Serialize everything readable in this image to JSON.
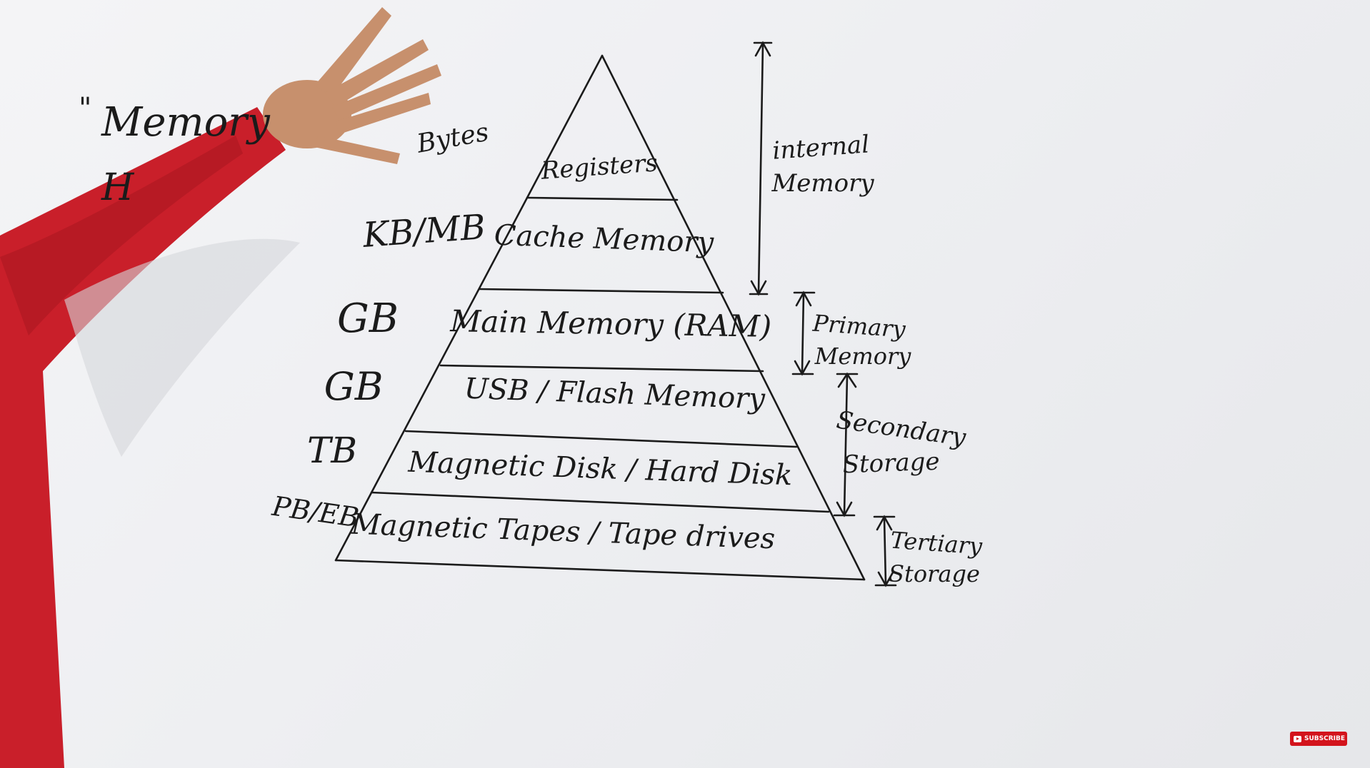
{
  "left_notes": {
    "quote_mark": "\"",
    "line1": "Memory",
    "line2": "H"
  },
  "layers": [
    {
      "label": "Registers",
      "capacity": "Bytes"
    },
    {
      "label": "Cache Memory",
      "capacity": "KB/MB"
    },
    {
      "label": "Main Memory (RAM)",
      "capacity": "GB"
    },
    {
      "label": "USB / Flash Memory",
      "capacity": "GB"
    },
    {
      "label": "Magnetic Disk / Hard Disk",
      "capacity": "TB"
    },
    {
      "label": "Magnetic Tapes / Tape drives",
      "capacity": "PB/EB"
    }
  ],
  "brackets": [
    {
      "line1": "internal",
      "line2": "Memory"
    },
    {
      "line1": "Primary",
      "line2": "Memory"
    },
    {
      "line1": "Secondary",
      "line2": "Storage"
    },
    {
      "line1": "Tertiary",
      "line2": "Storage"
    }
  ],
  "subscribe_label": "SUBSCRIBE"
}
